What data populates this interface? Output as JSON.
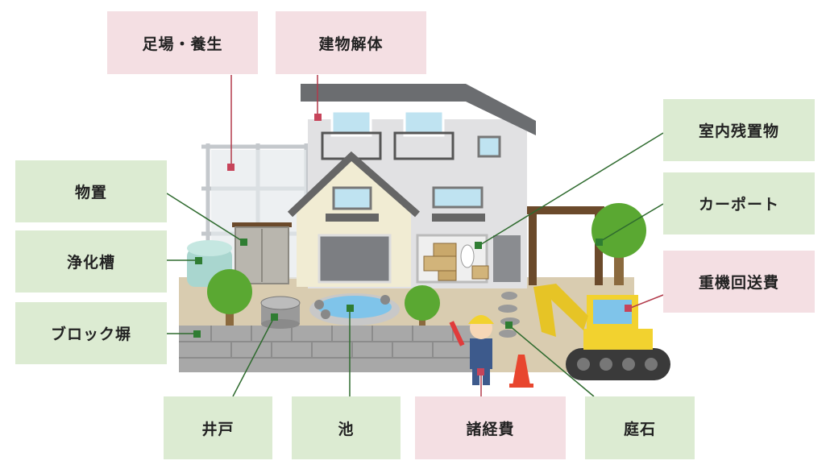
{
  "labels": {
    "scaffolding": "足場・養生",
    "demolition": "建物解体",
    "storage": "物置",
    "septic_tank": "浄化槽",
    "block_wall": "ブロック塀",
    "indoor_items": "室内残置物",
    "carport": "カーポート",
    "heavy_machinery": "重機回送費",
    "well": "井戸",
    "pond": "池",
    "misc_expenses": "諸経費",
    "garden_stones": "庭石"
  },
  "colors": {
    "pink_box": "#f4dfe3",
    "green_box": "#dcebd2",
    "pink_marker": "#c7445a",
    "green_marker": "#2f7d32",
    "pink_line": "#b23a4a",
    "green_line": "#2f6b2f"
  }
}
